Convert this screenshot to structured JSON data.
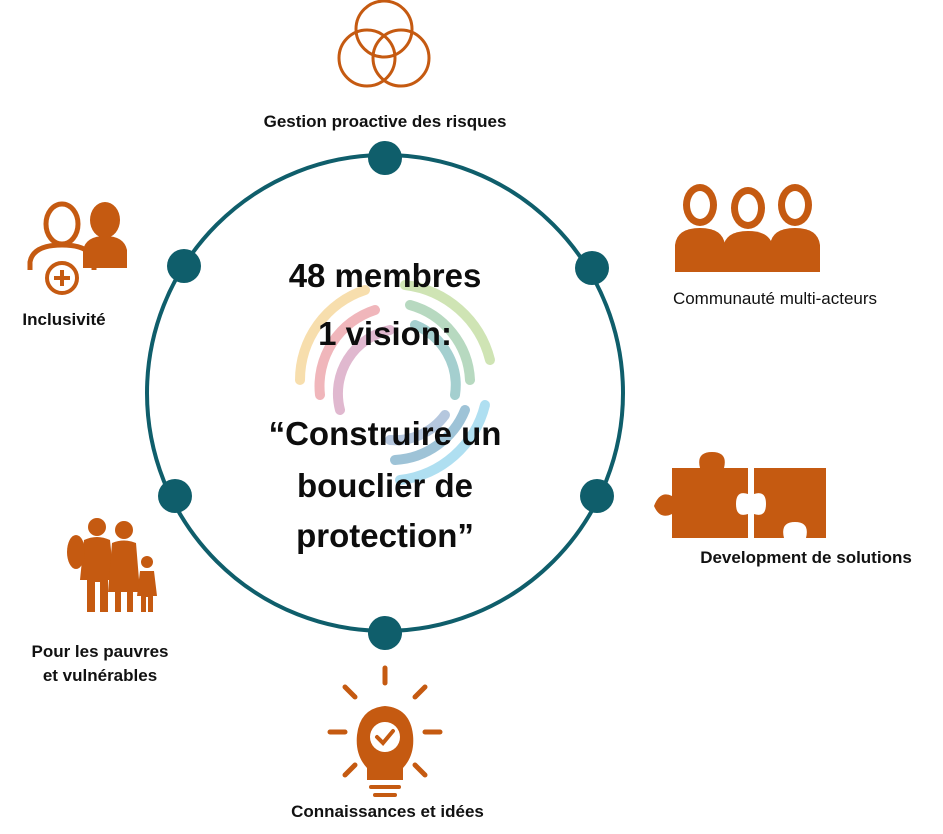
{
  "colors": {
    "accent": "#c55a11",
    "ring": "#0f5e6b",
    "text": "#111111"
  },
  "center": {
    "line1": "48 membres",
    "line2": "1 vision:",
    "line3": "“Construire un",
    "line4": "bouclier de",
    "line5": "protection”"
  },
  "pillars": {
    "top": {
      "label": "Gestion proactive des risques",
      "icon": "overlapping-circles-icon"
    },
    "upper_right": {
      "label": "Communauté multi-acteurs",
      "icon": "group-of-people-icon"
    },
    "lower_right": {
      "label": "Development de solutions",
      "icon": "puzzle-pieces-icon"
    },
    "bottom": {
      "label": "Connaissances et idées",
      "icon": "lightbulb-check-icon"
    },
    "lower_left": {
      "line1": "Pour les pauvres",
      "line2": "et vulnérables",
      "icon": "family-icon"
    },
    "upper_left": {
      "label": "Inclusivité",
      "icon": "user-add-icon"
    }
  }
}
